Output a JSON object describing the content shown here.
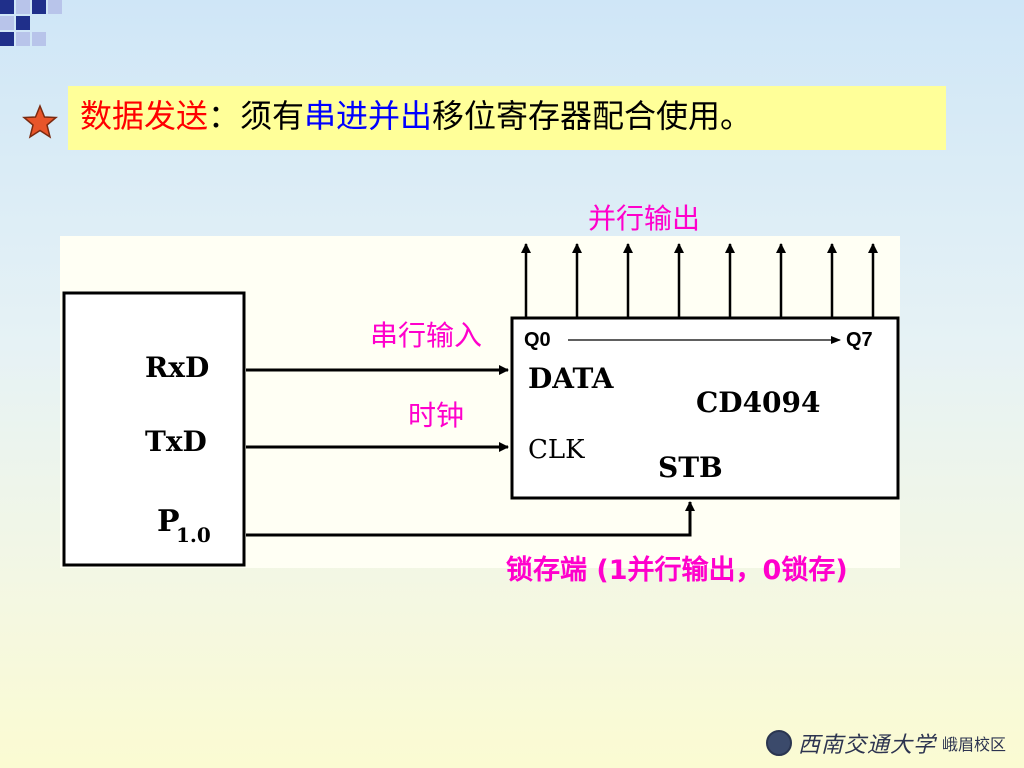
{
  "title": {
    "part1": "数据发送",
    "part2": "：须有",
    "part3": "串进并出",
    "part4": "移位寄存器配合使用。"
  },
  "labels": {
    "parallel_output": "并行输出",
    "serial_input": "串行输入",
    "clock": "时钟",
    "latch": "锁存端 (1并行输出，0锁存)"
  },
  "mcu_pins": [
    "RxD",
    "TxD",
    "P",
    "1.0"
  ],
  "chip": {
    "name": "CD4094",
    "q_first": "Q0",
    "q_last": "Q7",
    "pin_data": "DATA",
    "pin_clk": "CLK",
    "pin_stb": "STB"
  },
  "footer": {
    "university": "西南交通大学",
    "campus": "峨眉校区"
  },
  "colors": {
    "title_highlight": "#ffff99",
    "emphasis_red": "#ff0000",
    "emphasis_blue": "#0000ff",
    "annotation_pink": "#ff00cc"
  },
  "icons": [
    "star-icon",
    "university-emblem-icon"
  ]
}
